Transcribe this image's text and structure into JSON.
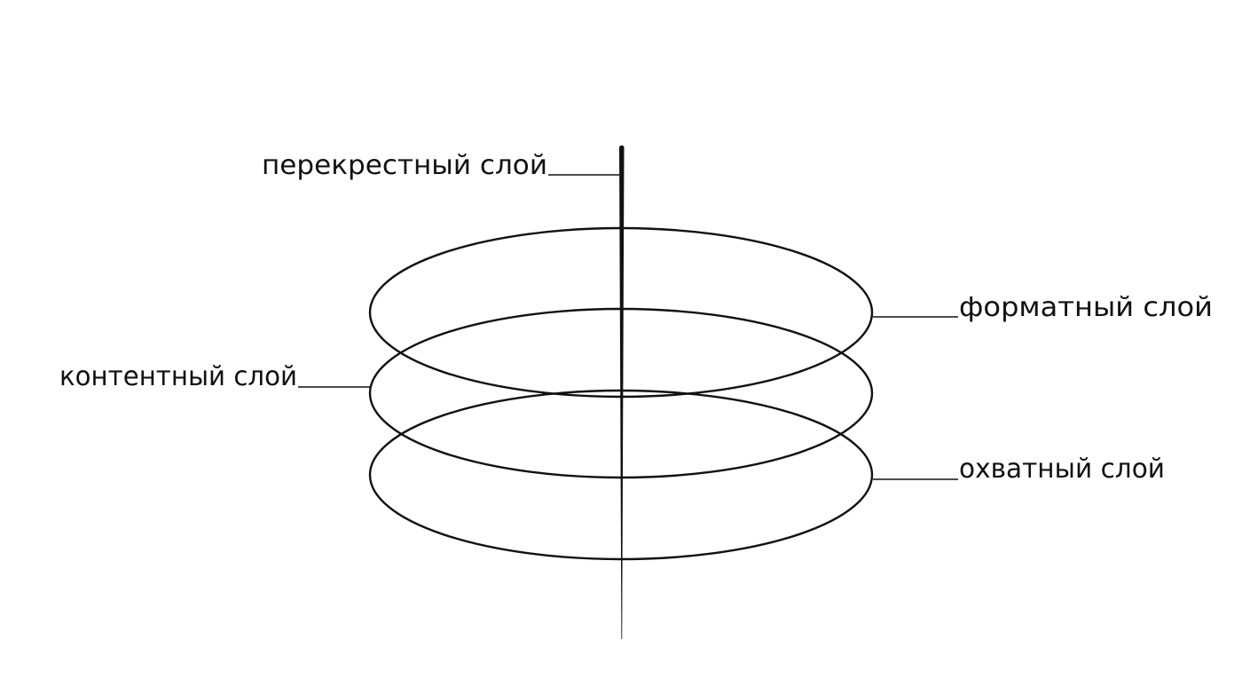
{
  "diagram": {
    "labels": {
      "cross": "перекрестный слой",
      "format": "форматный слой",
      "content": "контентный слой",
      "wrap": "охватный слой"
    },
    "colors": {
      "ink": "#111111",
      "background": "#ffffff"
    }
  }
}
